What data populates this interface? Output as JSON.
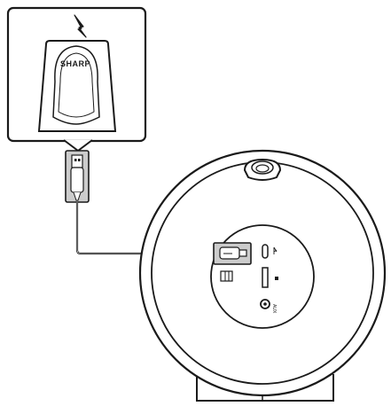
{
  "charger": {
    "brand_label": "SHARP",
    "power_symbol": "lightning-bolt"
  },
  "cable": {
    "plug_end": "usb-a",
    "device_end": "usb-c"
  },
  "speaker": {
    "ports": [
      "usb-c",
      "micro-sd",
      "aux"
    ],
    "aux_label": "AUX"
  },
  "colors": {
    "line": "#1a1a1a",
    "highlight": "#cccccc",
    "background": "#ffffff"
  }
}
